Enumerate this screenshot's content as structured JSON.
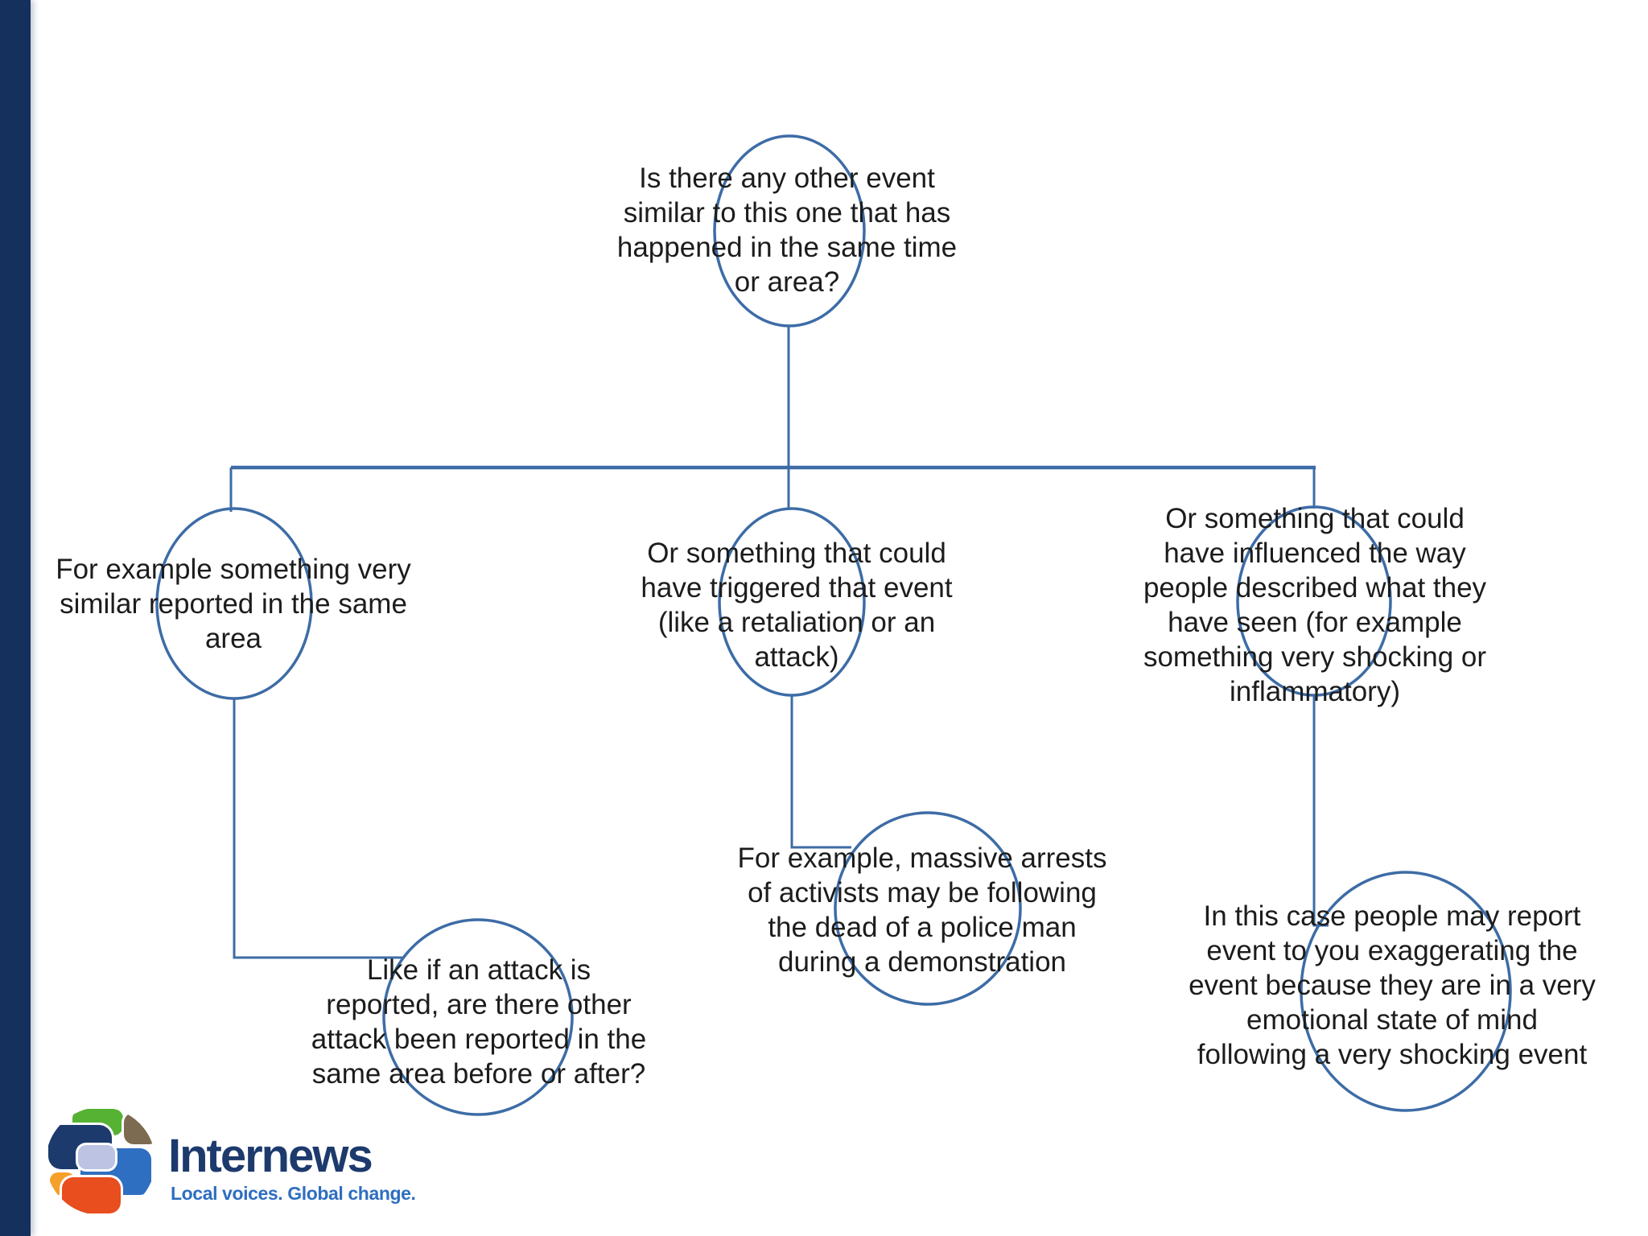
{
  "slide": {
    "background_color": "#ffffff",
    "sidebar_color": "#16305e",
    "line_color": "#3d6ca6",
    "text_color": "#1c1c1c"
  },
  "diagram": {
    "root": {
      "label": "Is there any other event\nsimilar to this one that has\nhappened in the same time\nor area?"
    },
    "branches": [
      {
        "label": "For example something very\nsimilar reported in the same\narea",
        "example": {
          "label": "Like if an attack is\nreported, are there other\nattack been reported in the\nsame area before or after?"
        }
      },
      {
        "label": "Or something that could\nhave triggered that event\n(like a retaliation or an\nattack)",
        "example": {
          "label": "For example, massive arrests\nof activists may be following\nthe dead of a police man\nduring a demonstration"
        }
      },
      {
        "label": "Or something that could\nhave influenced the way\npeople described what they\nhave seen (for example\nsomething very shocking or\ninflammatory)",
        "example": {
          "label": "In this case people may report\nevent to you exaggerating the\nevent because they are in a very\nemotional state of mind\nfollowing a very shocking event"
        }
      }
    ]
  },
  "logo": {
    "wordmark": "Internews",
    "tagline": "Local voices. Global change.",
    "wordmark_color": "#1d3a6d",
    "tagline_color": "#2e6ec0",
    "globe_colors": {
      "navy": "#1d3a6d",
      "green": "#56b232",
      "olive": "#7c6b50",
      "lavender": "#bdc4e3",
      "blue": "#2f6fc1",
      "orange": "#f5a02b",
      "red": "#e84e1e"
    }
  }
}
